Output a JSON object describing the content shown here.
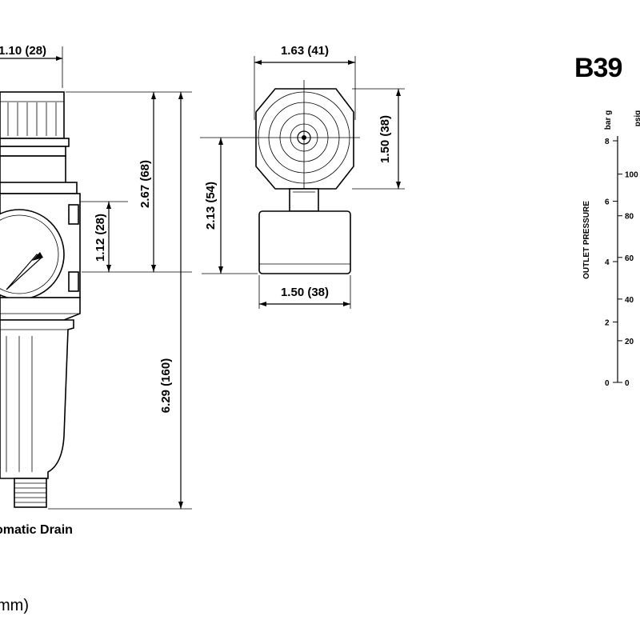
{
  "front_view": {
    "width_label": "1.10 (28)",
    "height_top_label": "2.67 (68)",
    "height_mid_label": "1.12 (28)",
    "overall_height_label": "6.29 (160)",
    "drain_label": "omatic Drain"
  },
  "top_view": {
    "width_label": "1.63 (41)",
    "height_label": "1.50 (38)",
    "offset_label": "2.13 (54)",
    "base_width_label": "1.50 (38)"
  },
  "graph": {
    "title": "B39",
    "y_axis_label": "OUTLET PRESSURE",
    "bar_unit": "bar g",
    "psig_unit": "psig",
    "bar_ticks": [
      "0",
      "2",
      "4",
      "6",
      "8"
    ],
    "psig_ticks": [
      "0",
      "20",
      "40",
      "60",
      "80",
      "100"
    ]
  },
  "units_note": "mm)"
}
